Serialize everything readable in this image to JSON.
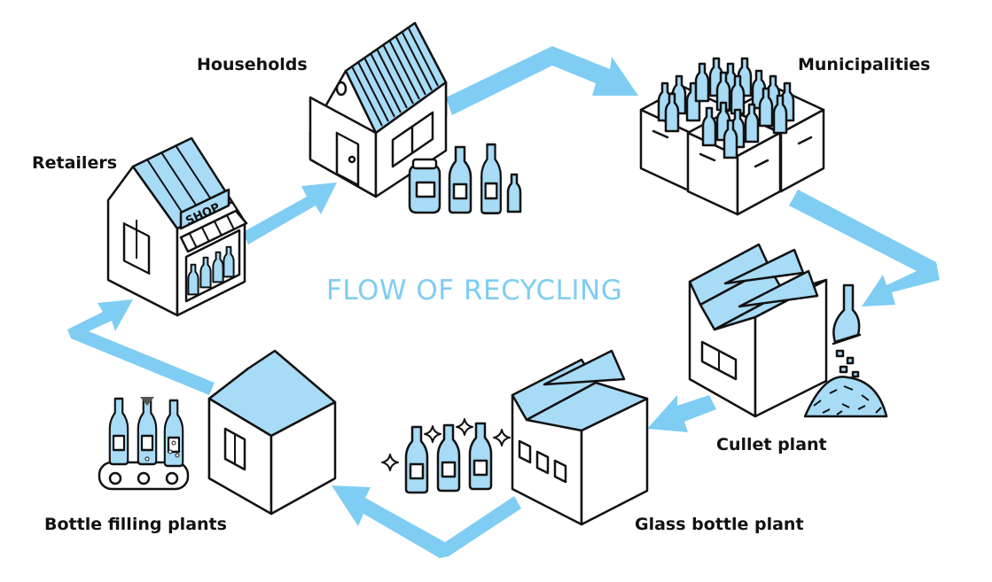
{
  "title": "FLOW OF RECYCLING",
  "labels": {
    "households": "Households",
    "municipalities": "Municipalities",
    "retailers": "Retailers",
    "cullet_plant": "Cullet plant",
    "glass_bottle_plant": "Glass bottle plant",
    "bottle_filling_plants": "Bottle filling plants"
  },
  "shop_sign": "SHOP",
  "colors": {
    "arrow": "#7fcdf2",
    "fill": "#a7dbf6",
    "outline": "#111111",
    "title": "#7fcdf2"
  }
}
